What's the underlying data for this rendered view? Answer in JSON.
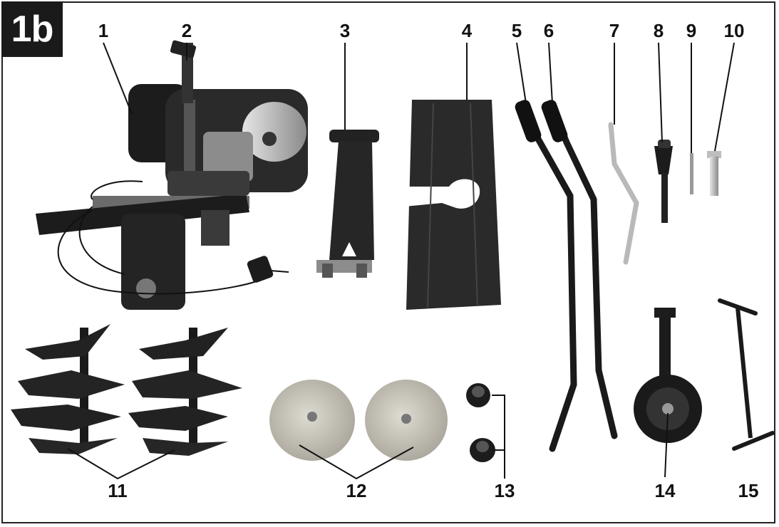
{
  "figure": {
    "label": "1b",
    "colors": {
      "ink": "#111111",
      "dark_part": "#1e1e1e",
      "metal": "#9a9a9a",
      "light_metal": "#cfcfcf",
      "disc": "#c9c6bd"
    }
  },
  "callouts": [
    {
      "id": "1",
      "text": "1"
    },
    {
      "id": "2",
      "text": "2"
    },
    {
      "id": "3",
      "text": "3"
    },
    {
      "id": "4",
      "text": "4"
    },
    {
      "id": "5",
      "text": "5"
    },
    {
      "id": "6",
      "text": "6"
    },
    {
      "id": "7",
      "text": "7"
    },
    {
      "id": "8",
      "text": "8"
    },
    {
      "id": "9",
      "text": "9"
    },
    {
      "id": "10",
      "text": "10"
    },
    {
      "id": "11",
      "text": "11"
    },
    {
      "id": "12",
      "text": "12"
    },
    {
      "id": "13",
      "text": "13"
    },
    {
      "id": "14",
      "text": "14"
    },
    {
      "id": "15",
      "text": "15"
    }
  ]
}
